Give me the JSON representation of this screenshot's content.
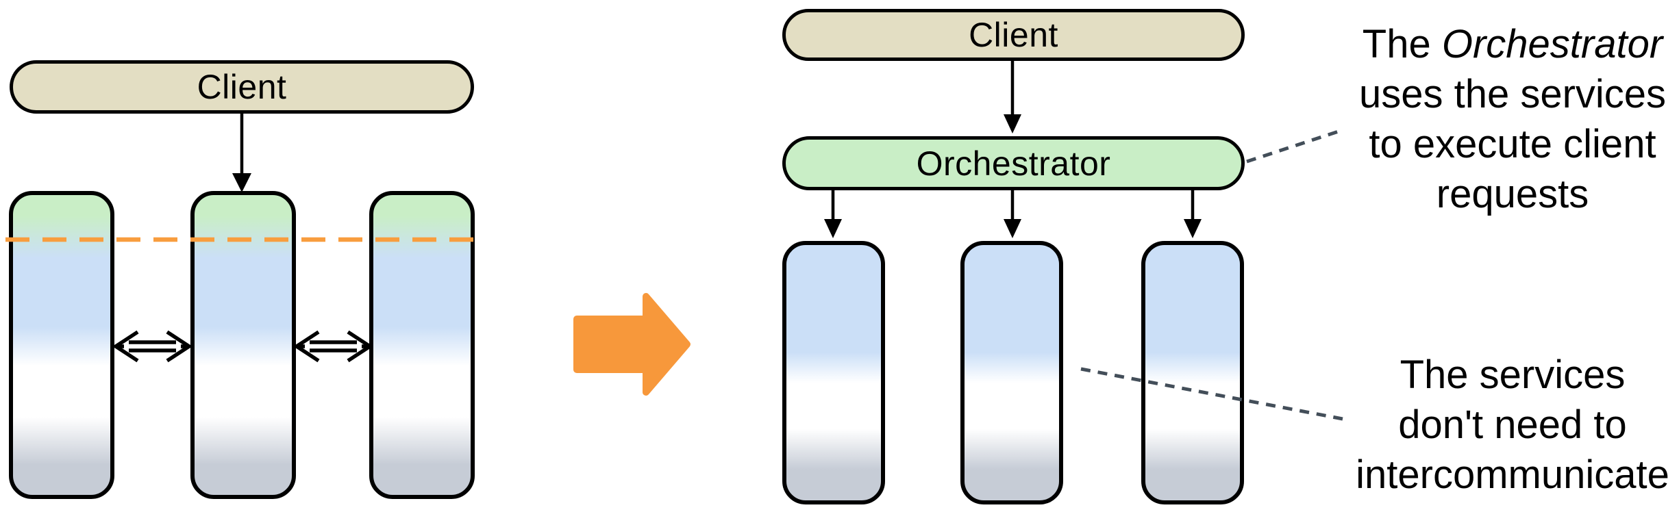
{
  "colors": {
    "background": "#ffffff",
    "client_fill": "#e3dec3",
    "orchestrator_fill": "#c9eec6",
    "service_green": "#c9eec6",
    "service_blue": "#cbdff7",
    "service_white": "#ffffff",
    "service_gray": "#c6ccd6",
    "outline": "#000000",
    "text": "#000000",
    "big_arrow_orange": "#f7983b",
    "boundary_dash_orange": "#f89d3e",
    "note_dash_gray": "#434e59"
  },
  "left_diagram": {
    "client_label": "Client",
    "service_count": 3
  },
  "right_diagram": {
    "client_label": "Client",
    "orchestrator_label": "Orchestrator"
  },
  "annotations": {
    "orchestrator_note": {
      "line1_pre": "The ",
      "line1_italic": "Orchestrator",
      "line2": "uses the services",
      "line3": "to execute client",
      "line4": "requests"
    },
    "services_note": {
      "line1": "The services",
      "line2": "don't need to",
      "line3": "intercommunicate"
    }
  }
}
